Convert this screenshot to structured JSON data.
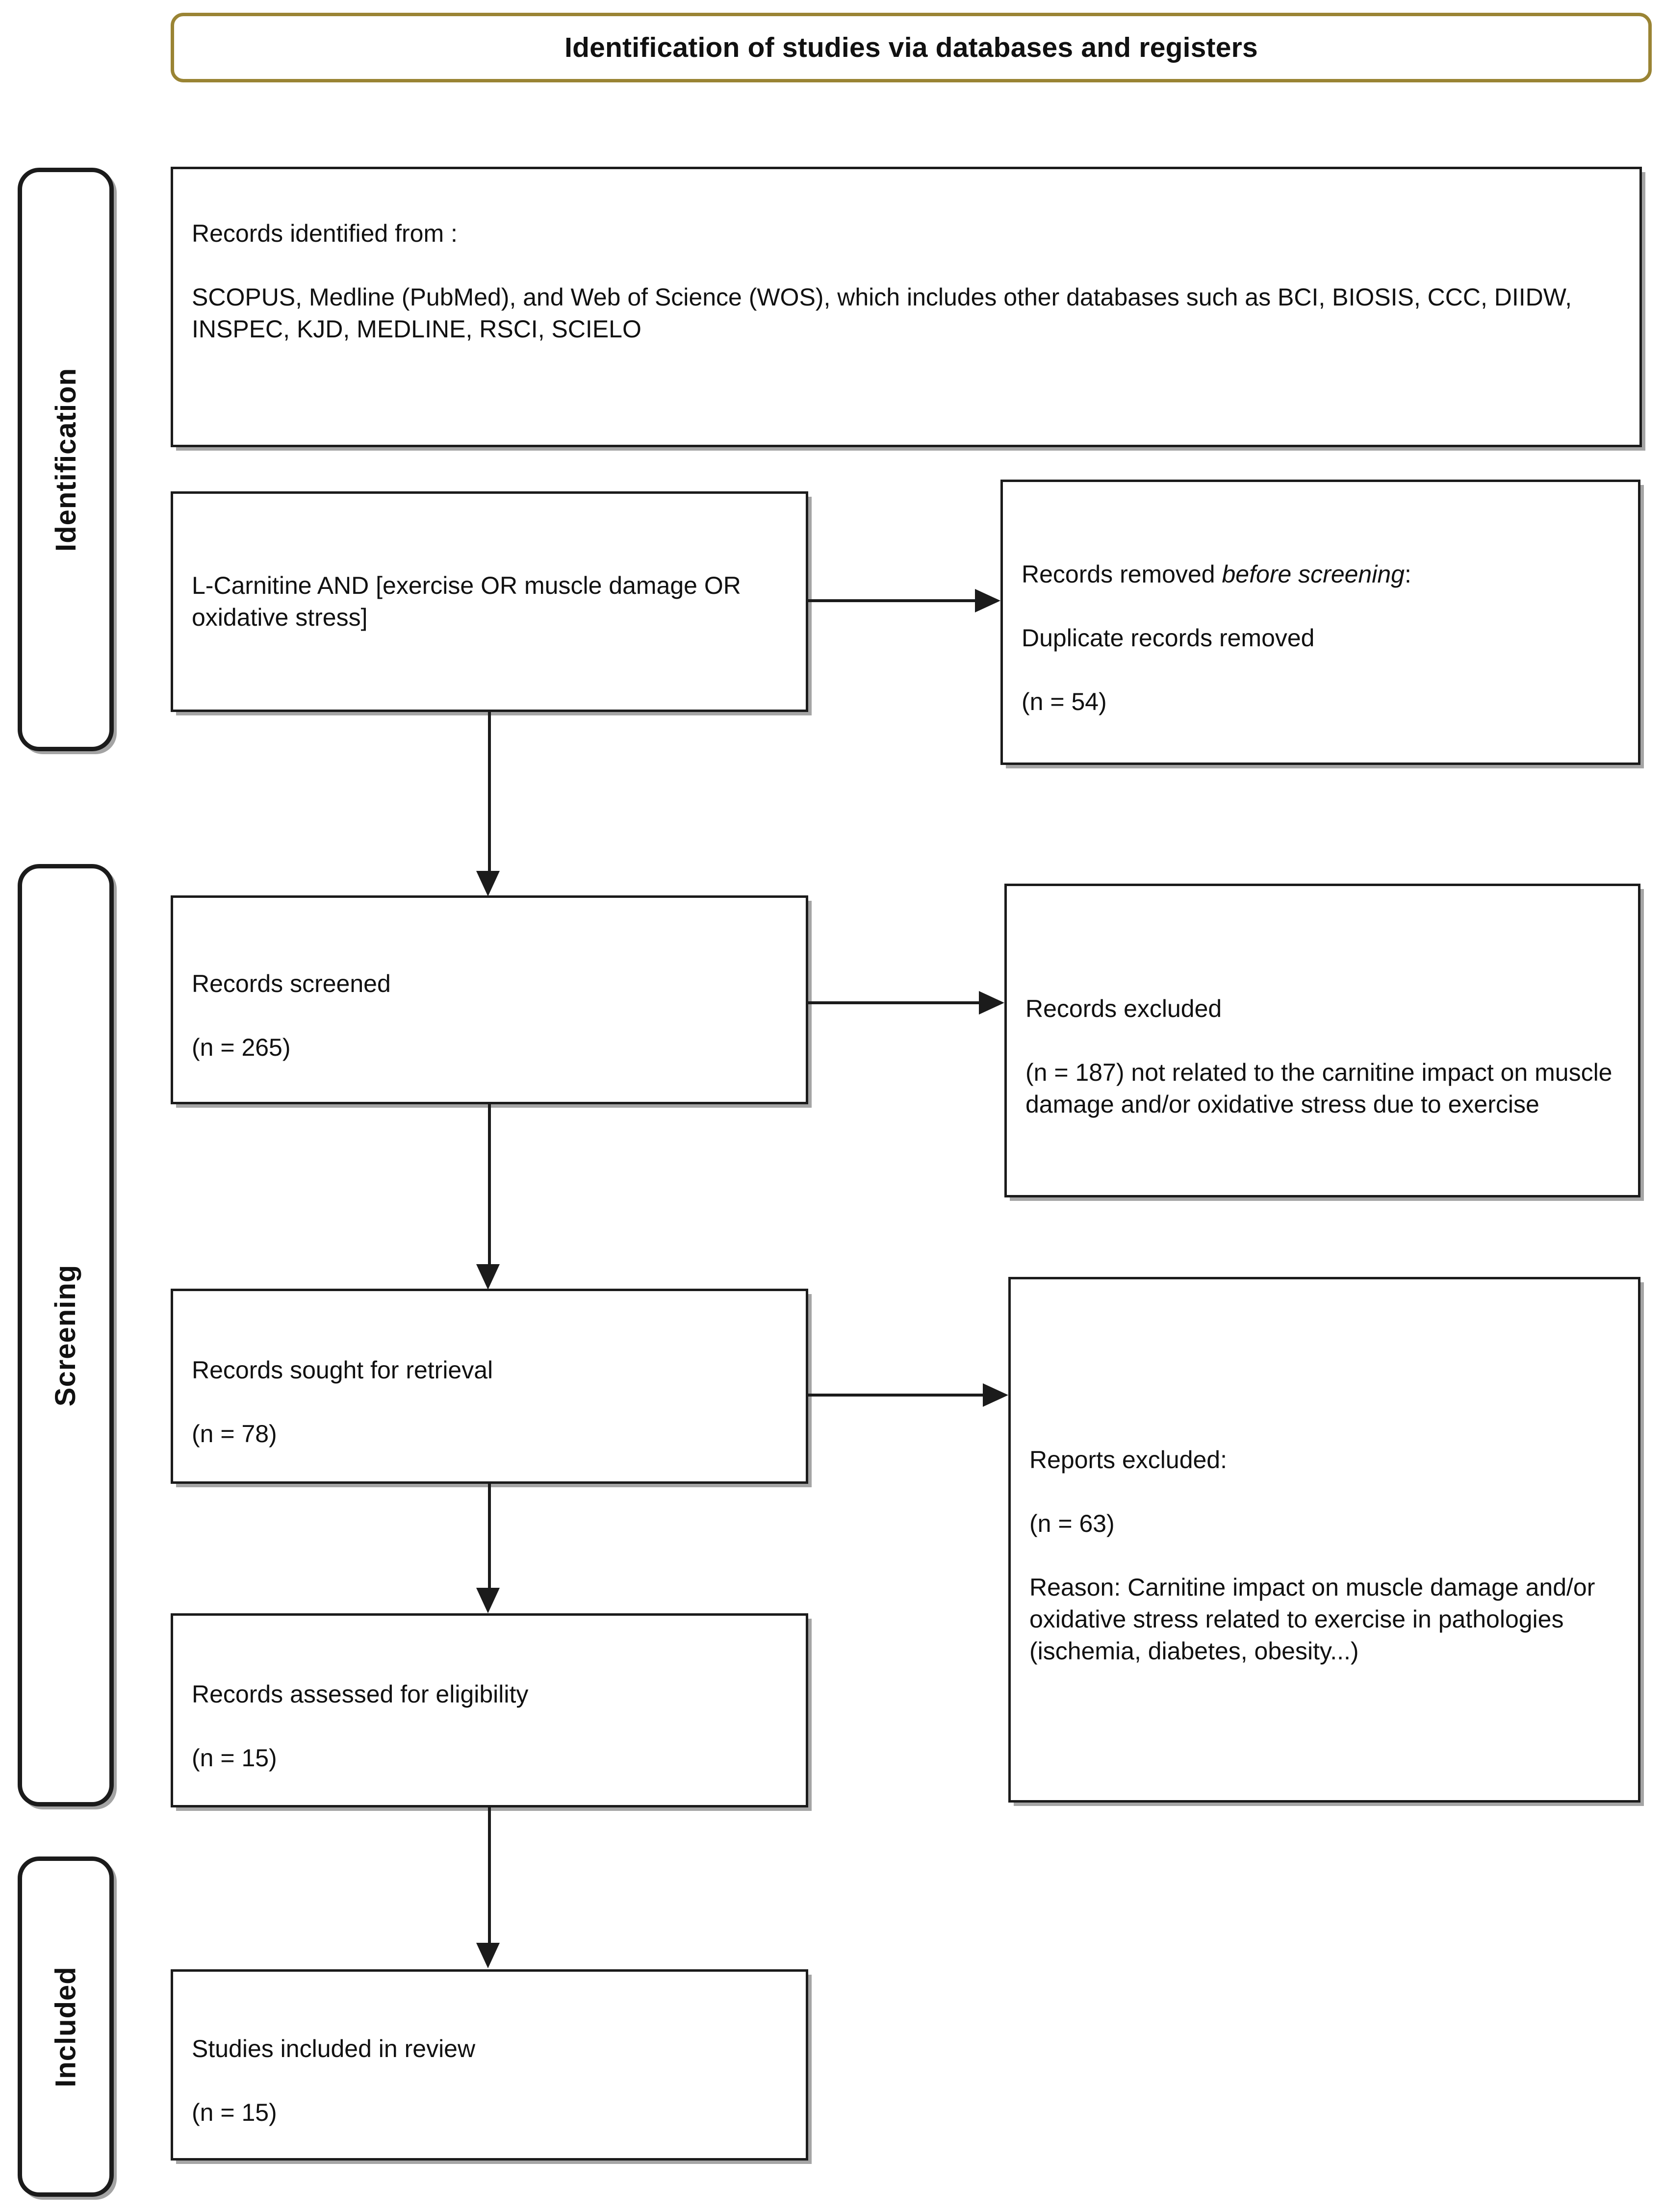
{
  "header": {
    "title": "Identification of studies via databases and registers"
  },
  "stages": [
    {
      "id": "identification",
      "label": "Identification"
    },
    {
      "id": "screening",
      "label": "Screening"
    },
    {
      "id": "included",
      "label": "Included"
    }
  ],
  "boxes": {
    "records_identified": {
      "line1": "Records identified from :",
      "line2": "SCOPUS, Medline (PubMed), and Web of Science (WOS), which includes other databases such as BCI, BIOSIS, CCC, DIIDW, INSPEC, KJD, MEDLINE, RSCI, SCIELO"
    },
    "search_terms": {
      "text": "L-Carnitine AND [exercise OR muscle damage OR oxidative stress]"
    },
    "records_removed": {
      "line1": "Records removed ",
      "line1_italic": "before screening",
      "line1_end": ":",
      "line2": "Duplicate records removed",
      "line3": "(n = 54)"
    },
    "records_screened": {
      "line1": "Records screened",
      "line2": "(n = 265)"
    },
    "records_excluded": {
      "line1": "Records excluded",
      "line2": "(n = 187) not related to the carnitine impact on muscle damage and/or oxidative stress due to exercise"
    },
    "records_sought": {
      "line1": "Records sought for retrieval",
      "line2": "(n = 78)"
    },
    "reports_excluded": {
      "line1": "Reports excluded:",
      "line2": "(n = 63)",
      "line3": "Reason: Carnitine impact on muscle damage and/or oxidative stress related to exercise in pathologies (ischemia, diabetes, obesity...)"
    },
    "records_assessed": {
      "line1": "Records assessed for eligibility",
      "line2": "(n = 15)"
    },
    "studies_included": {
      "line1": "Studies included in review",
      "line2": "(n = 15)"
    }
  },
  "colors": {
    "header_border": "#9a8434",
    "box_border": "#1b1b1b",
    "text": "#111111",
    "shadow": "#6e6e6e"
  }
}
